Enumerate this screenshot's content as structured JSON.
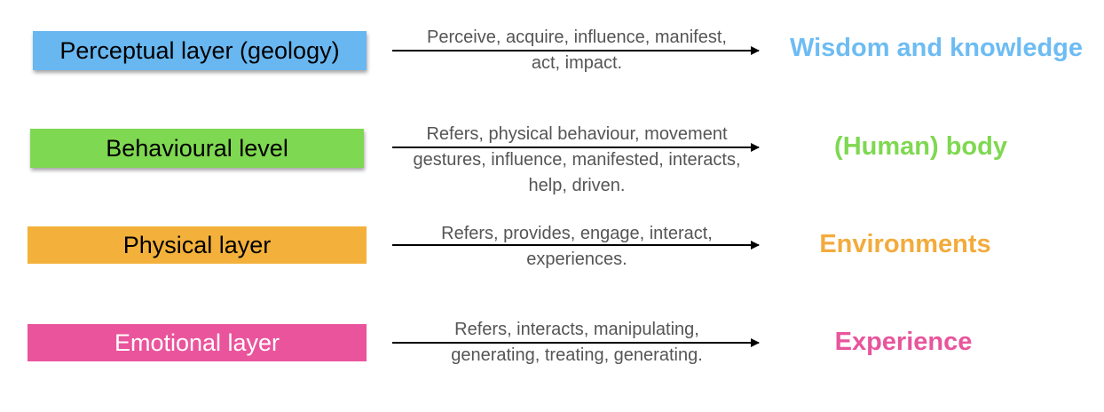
{
  "rows": [
    {
      "layer_label": "Perceptual layer (geology)",
      "layer_color": "#68b7f0",
      "relation_lines": [
        "Perceive, acquire, influence, manifest,",
        "act, impact."
      ],
      "target_label": "Wisdom and knowledge",
      "target_color": "#6dbcf3"
    },
    {
      "layer_label": "Behavioural level",
      "layer_color": "#7fd851",
      "relation_lines": [
        "Refers, physical behaviour, movement",
        "gestures, influence, manifested, interacts,",
        "help, driven."
      ],
      "target_label": "(Human) body",
      "target_color": "#7fd851"
    },
    {
      "layer_label": "Physical layer",
      "layer_color": "#f3b13b",
      "relation_lines": [
        "Refers, provides, engage, interact,",
        "experiences."
      ],
      "target_label": "Environments",
      "target_color": "#f2ab3c"
    },
    {
      "layer_label": "Emotional layer",
      "layer_color": "#ea549c",
      "relation_lines": [
        "Refers, interacts, manipulating,",
        "generating, treating, generating."
      ],
      "target_label": "Experience",
      "target_color": "#e8559d"
    }
  ]
}
